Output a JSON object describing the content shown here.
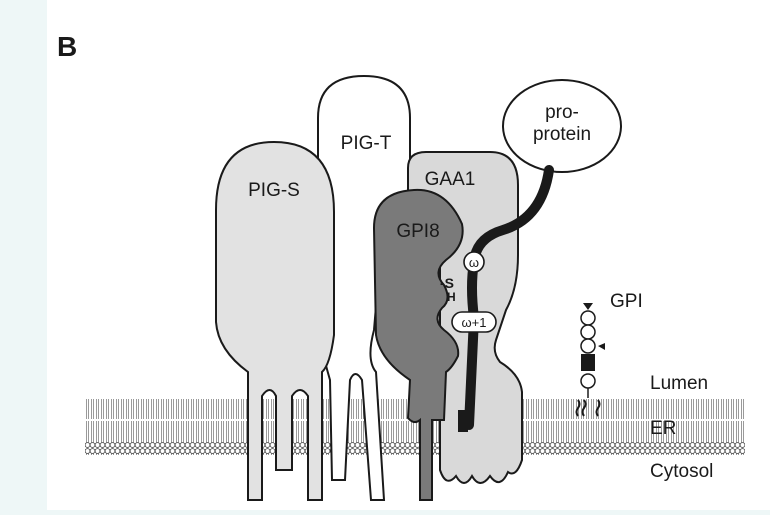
{
  "panel_label": "B",
  "proteins": {
    "pig_s": "PIG-S",
    "pig_t": "PIG-T",
    "gaa1": "GAA1",
    "gpi8": "GPI8",
    "proprotein_line1": "pro-",
    "proprotein_line2": "protein"
  },
  "site_labels": {
    "omega": "ω",
    "omega_plus_1": "ω+1",
    "thiol_s": "-S",
    "thiol_h": "H"
  },
  "anchor_label": "GPI",
  "compartments": {
    "lumen": "Lumen",
    "er": "ER",
    "cytosol": "Cytosol"
  },
  "colors": {
    "background": "#eef7f7",
    "panel": "#ffffff",
    "pig_s_fill": "#e2e2e2",
    "pig_t_fill": "#ffffff",
    "gaa1_fill": "#d9d9d9",
    "gpi8_fill": "#7a7a7a",
    "outline": "#1a1a1a"
  }
}
